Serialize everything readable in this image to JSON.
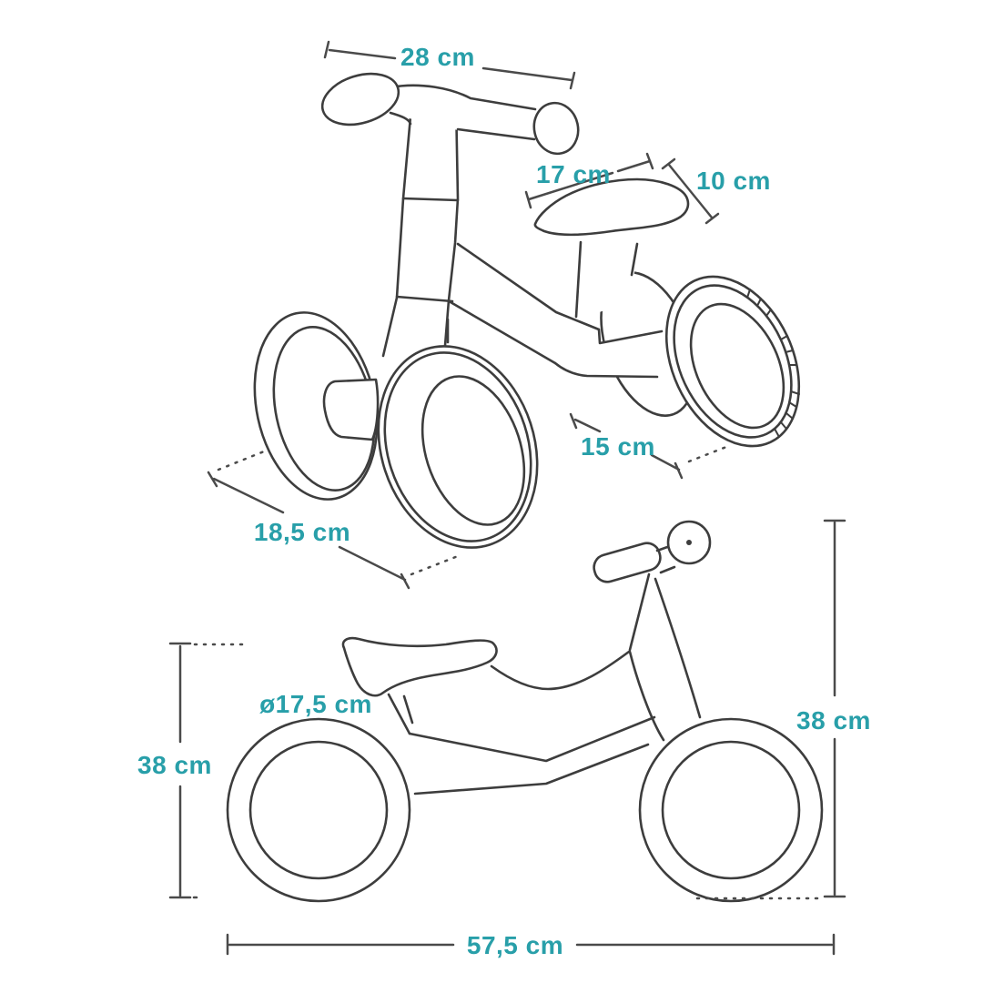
{
  "diagram": {
    "subject": "balance bike dimension drawing",
    "views": [
      "perspective-top-view",
      "side-view"
    ],
    "colors": {
      "label_teal": "#289fa9",
      "line_dark": "#3d3d3d",
      "dimension_gray": "#4a4a4a",
      "background": "#ffffff"
    },
    "dims": {
      "handlebar_width": {
        "label": "28 cm"
      },
      "seat_length": {
        "label": "17 cm"
      },
      "seat_width": {
        "label": "10 cm"
      },
      "rear_track": {
        "label": "15 cm"
      },
      "front_track": {
        "label": "18,5 cm"
      },
      "wheel_diameter": {
        "label": "ø17,5 cm"
      },
      "seat_height": {
        "label": "38 cm"
      },
      "handlebar_height": {
        "label": "38 cm"
      },
      "total_length": {
        "label": "57,5 cm"
      }
    }
  }
}
